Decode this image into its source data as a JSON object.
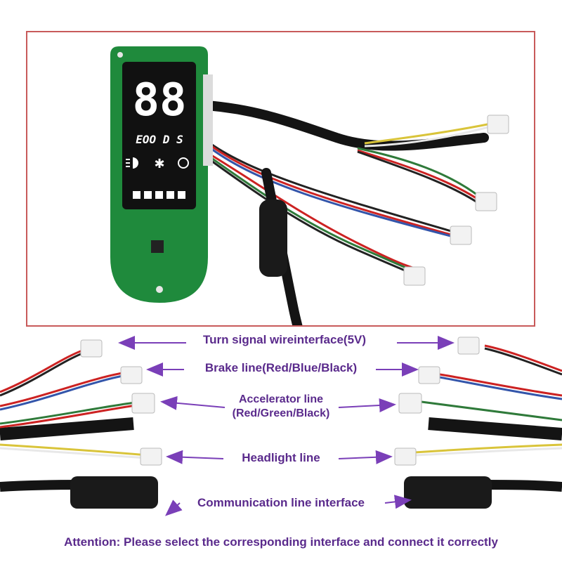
{
  "colors": {
    "frame_border": "#c85a5a",
    "label_text": "#5a2a8c",
    "arrow": "#7a3fb8",
    "pcb_green": "#1f8a3c",
    "lcd_glow": "#ffffff"
  },
  "display": {
    "digits": "88",
    "mode_text": "EOO D S",
    "icons": [
      "headlight-icon",
      "bluetooth-icon",
      "lock-icon"
    ],
    "battery_bars": 5
  },
  "labels": {
    "turn_signal": "Turn signal wireinterface(5V)",
    "brake": "Brake line(Red/Blue/Black)",
    "accelerator_line1": "Accelerator line",
    "accelerator_line2": "(Red/Green/Black)",
    "headlight": "Headlight line",
    "communication": "Communication line interface"
  },
  "attention": "Attention: Please select the corresponding interface and connect it correctly"
}
